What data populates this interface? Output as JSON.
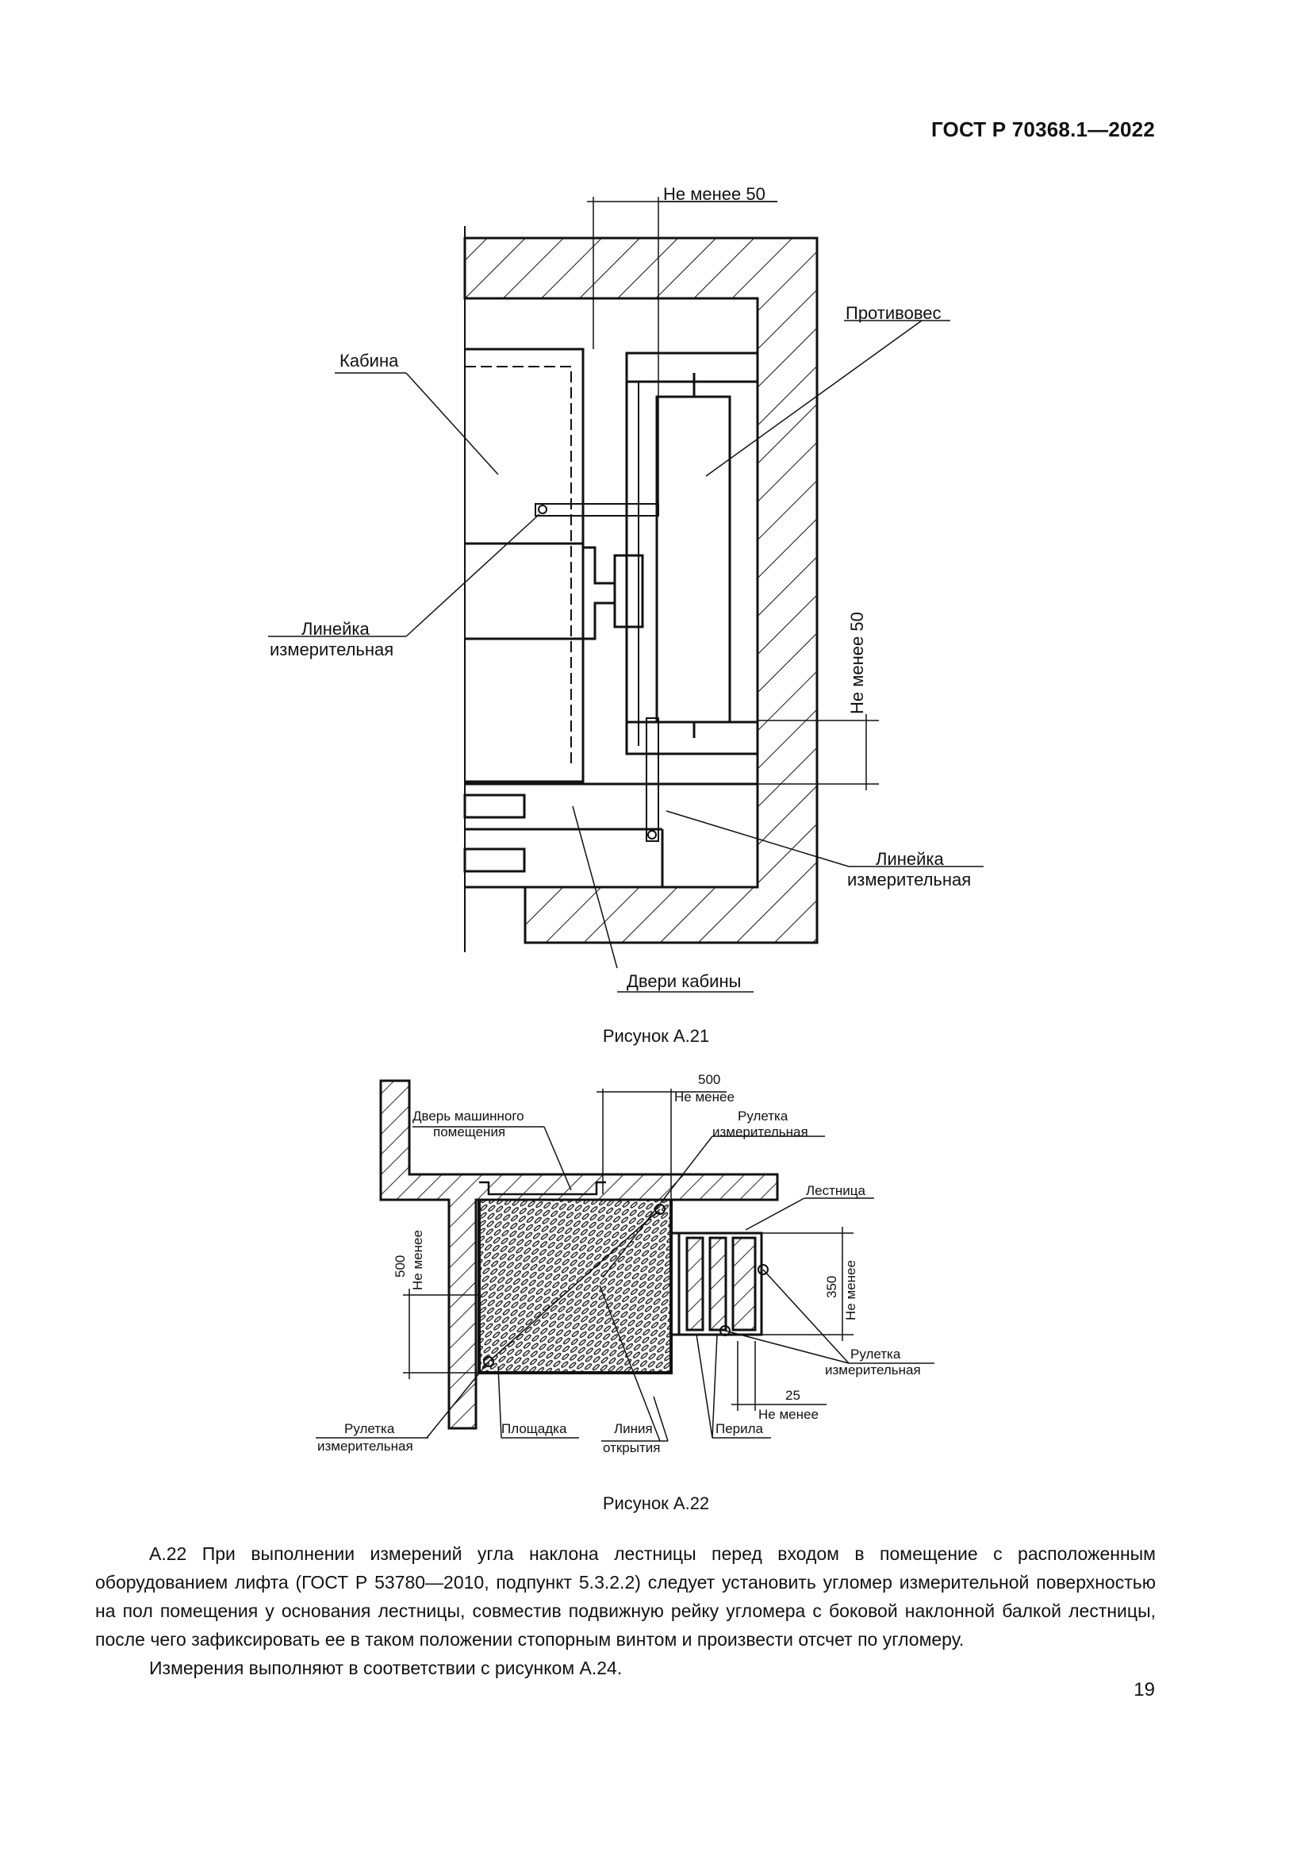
{
  "header": {
    "doc_code": "ГОСТ Р 70368.1—2022"
  },
  "figure_a21": {
    "caption": "Рисунок А.21",
    "labels": {
      "min_50_top": "Не менее 50",
      "counterweight": "Противовес",
      "cabin": "Кабина",
      "ruler_left_line1": "Линейка",
      "ruler_left_line2": "измерительная",
      "min_50_side": "Не менее 50",
      "ruler_right_line1": "Линейка",
      "ruler_right_line2": "измерительная",
      "cabin_doors": "Двери кабины"
    }
  },
  "figure_a22": {
    "caption": "Рисунок А.22",
    "labels": {
      "dim_500_top": "500",
      "min_top": "Не менее",
      "door_line1": "Дверь машинного",
      "door_line2": "помещения",
      "tape_top_line1": "Рулетка",
      "tape_top_line2": "измерительная",
      "stairs": "Лестница",
      "dim_500_left": "500",
      "min_left": "Не менее",
      "dim_350": "350",
      "min_right": "Не менее",
      "tape_right_line1": "Рулетка",
      "tape_right_line2": "измерительная",
      "dim_25": "25",
      "min_25": "Не менее",
      "tape_left_line1": "Рулетка",
      "tape_left_line2": "измерительная",
      "platform": "Площадка",
      "opening_line1": "Линия",
      "opening_line2": "открытия",
      "railing": "Перила"
    }
  },
  "body": {
    "paragraph1": "А.22 При выполнении измерений угла наклона лестницы перед входом в помещение с расположенным оборудованием лифта (ГОСТ Р 53780—2010, подпункт 5.3.2.2) следует установить угломер измерительной поверхностью на пол помещения у основания лестницы, совместив подвижную рейку угломера с боковой наклонной балкой лестницы, после чего зафиксировать ее в таком положении стопорным винтом и произвести отсчет по угломеру.",
    "paragraph2": "Измерения выполняют в соответствии с рисунком А.24."
  },
  "page_number": "19"
}
